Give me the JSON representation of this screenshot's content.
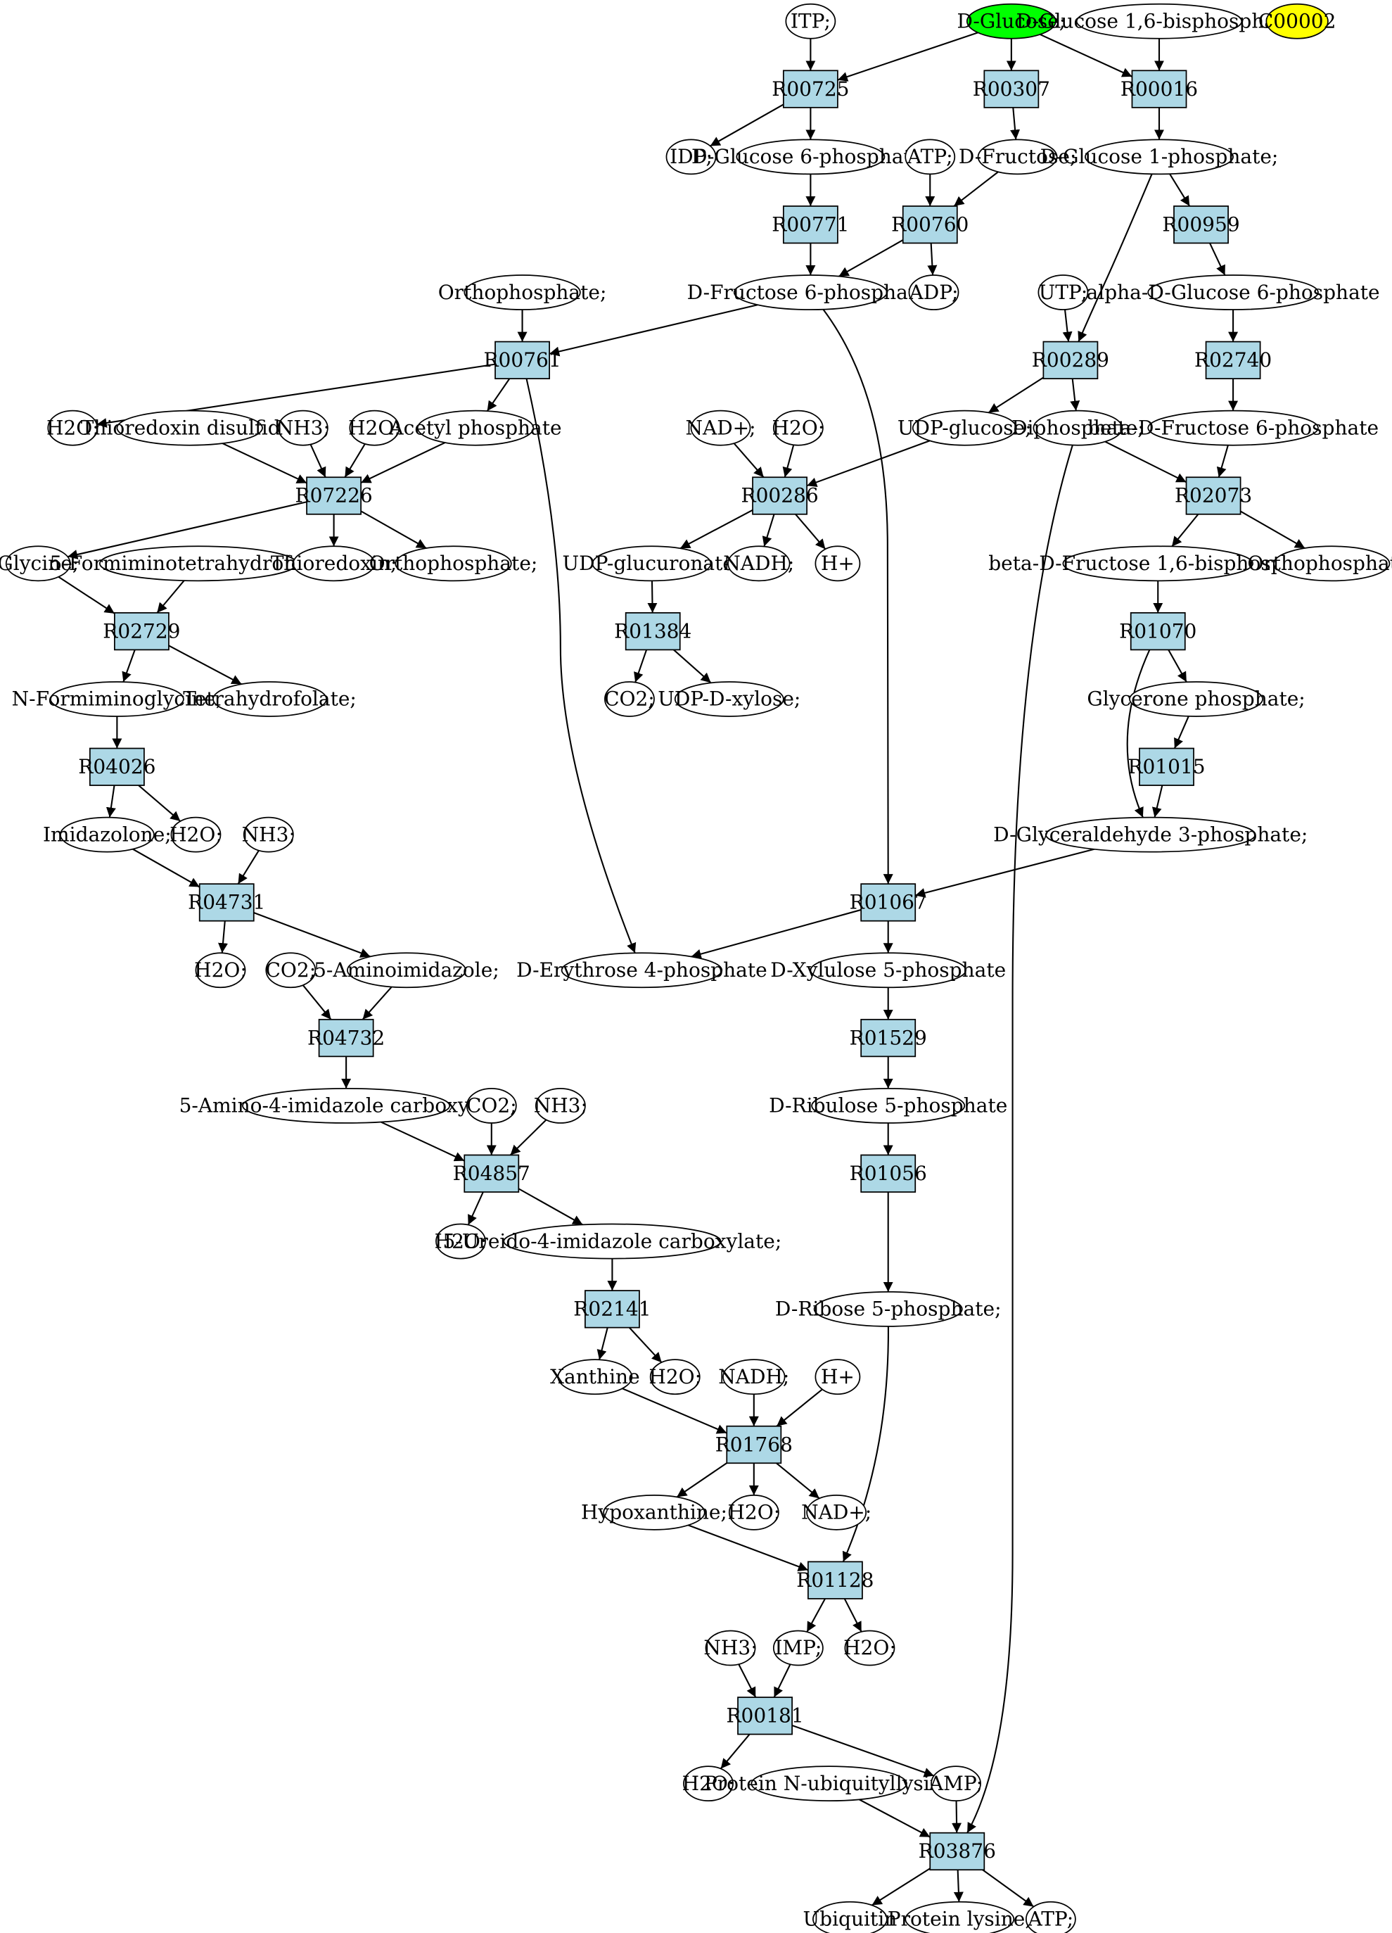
{
  "colors": {
    "reaction_fill": "#add8e6",
    "compound_fill": "#ffffff",
    "start_fill": "#00ff00",
    "tag_fill": "#ffff00",
    "stroke": "#000000"
  },
  "nodes": {
    "itp": "ITP;",
    "d_glucose": "D-Glucose;",
    "d_glucose_16bp": "D-Glucose 1,6-bisphosphate;",
    "c00002": "C00002",
    "r00725": "R00725",
    "r00307": "R00307",
    "r00016": "R00016",
    "idp": "IDP;",
    "d_glucose_6p": "D-Glucose 6-phosphate;",
    "atp_1": "ATP;",
    "d_fructose": "D-Fructose;",
    "d_glucose_1p": "D-Glucose 1-phosphate;",
    "r00771": "R00771",
    "r00760": "R00760",
    "r00959": "R00959",
    "orthophosphate_1": "Orthophosphate;",
    "d_fructose_6p": "D-Fructose 6-phosphate;",
    "adp": "ADP;",
    "utp": "UTP;",
    "alpha_glc_6p": "alpha-D-Glucose 6-phosphate",
    "r00761": "R00761",
    "r00289": "R00289",
    "r02740": "R02740",
    "h2o_1": "H2O;",
    "thioredoxin_disulfide": "Thioredoxin disulfide;",
    "nh3_1": "NH3;",
    "h2o_2": "H2O;",
    "acetyl_phosphate": "Acetyl phosphate",
    "nad_1": "NAD+;",
    "h2o_3": "H2O;",
    "udp_glucose": "UDP-glucose;",
    "diphosphate": "Diphosphate;",
    "beta_fru_6p": "beta-D-Fructose 6-phosphate",
    "r07226": "R07226",
    "r00286": "R00286",
    "r02073": "R02073",
    "glycine": "Glycine;",
    "formimino_thf": "5-Formiminotetrahydrofolate;",
    "thioredoxin": "Thioredoxin;",
    "orthophosphate_2": "Orthophosphate;",
    "udp_glucuronate": "UDP-glucuronate;",
    "nadh_1": "NADH;",
    "hplus_1": "H+",
    "beta_fru_16bp": "beta-D-Fructose 1,6-bisphosphate",
    "orthophosphate_3": "Orthophosphate;",
    "r02729": "R02729",
    "r01384": "R01384",
    "r01070": "R01070",
    "n_forminoglycine": "N-Formiminoglycine;",
    "thf": "Tetrahydrofolate;",
    "co2_1": "CO2;",
    "udp_xylose": "UDP-D-xylose;",
    "glycerone_p": "Glycerone phosphate;",
    "r04026": "R04026",
    "r01015": "R01015",
    "imidazolone": "Imidazolone;",
    "h2o_4": "H2O;",
    "nh3_2": "NH3;",
    "gap": "D-Glyceraldehyde 3-phosphate;",
    "r04731": "R04731",
    "r01067": "R01067",
    "h2o_5": "H2O;",
    "co2_2": "CO2;",
    "aminoimidazole": "5-Aminoimidazole;",
    "erythrose_4p": "D-Erythrose 4-phosphate",
    "xylulose_5p": "D-Xylulose 5-phosphate",
    "r04732": "R04732",
    "r01529": "R01529",
    "aica": "5-Amino-4-imidazole carboxylate;",
    "co2_3": "CO2;",
    "nh3_3": "NH3;",
    "ribulose_5p": "D-Ribulose 5-phosphate",
    "r04857": "R04857",
    "r01056": "R01056",
    "h2o_6": "H2O;",
    "ureido": "5-Ureido-4-imidazole carboxylate;",
    "ribose_5p": "D-Ribose 5-phosphate;",
    "r02141": "R02141",
    "xanthine": "Xanthine",
    "h2o_7": "H2O;",
    "nadh_2": "NADH;",
    "hplus_2": "H+",
    "r01768": "R01768",
    "hypoxanthine": "Hypoxanthine;",
    "h2o_8": "H2O;",
    "nad_2": "NAD+;",
    "r01128": "R01128",
    "nh3_4": "NH3;",
    "imp": "IMP;",
    "h2o_9": "H2O;",
    "r00181": "R00181",
    "h2o_10": "H2O;",
    "protein_ub_lys": "Protein N-ubiquityllysine",
    "amp": "AMP;",
    "r03876": "R03876",
    "ubiquitin": "Ubiquitin",
    "protein_lysine": "Protein lysine;",
    "atp_2": "ATP;"
  }
}
